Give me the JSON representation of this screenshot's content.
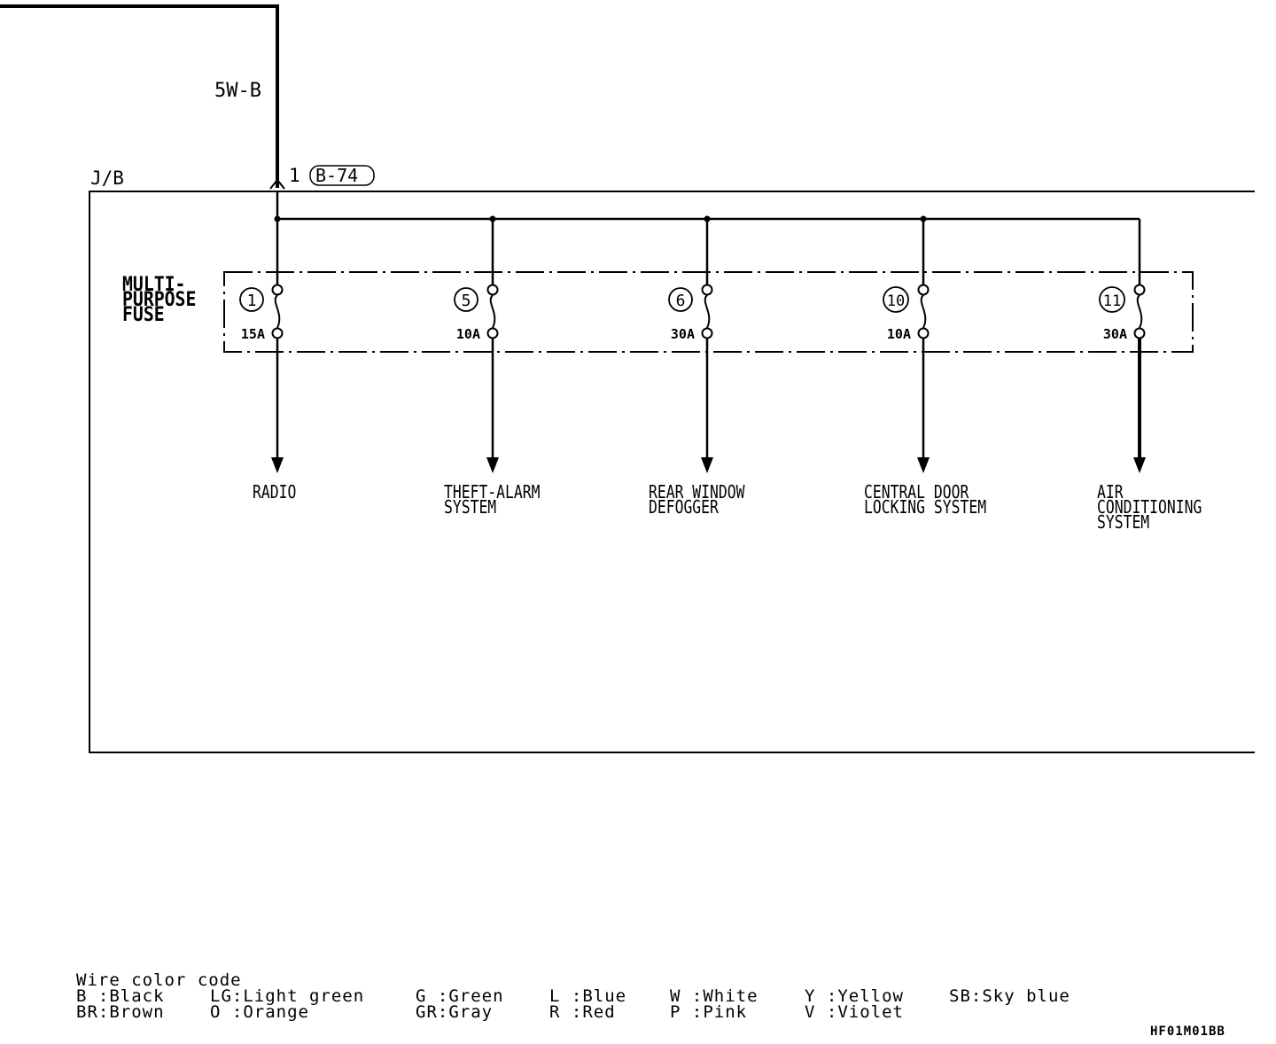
{
  "wire": {
    "label": "5W-B"
  },
  "junction_block": {
    "label": "J/B"
  },
  "connector": {
    "pin": "1",
    "id": "B-74"
  },
  "fuse_block": {
    "label_lines": [
      "MULTI-",
      "PURPOSE",
      "FUSE"
    ]
  },
  "fuses": [
    {
      "number": "1",
      "rating": "15A",
      "load_lines": [
        "RADIO"
      ]
    },
    {
      "number": "5",
      "rating": "10A",
      "load_lines": [
        "THEFT-ALARM",
        "SYSTEM"
      ]
    },
    {
      "number": "6",
      "rating": "30A",
      "load_lines": [
        "REAR WINDOW",
        "DEFOGGER"
      ]
    },
    {
      "number": "10",
      "rating": "10A",
      "load_lines": [
        "CENTRAL DOOR",
        "LOCKING SYSTEM"
      ]
    },
    {
      "number": "11",
      "rating": "30A",
      "load_lines": [
        "AIR",
        "CONDITIONING",
        "SYSTEM"
      ]
    }
  ],
  "legend": {
    "title": "Wire color code",
    "row1": [
      "B :Black",
      "LG:Light green",
      "G :Green",
      "L :Blue",
      "W :White",
      "Y :Yellow",
      "SB:Sky blue"
    ],
    "row2": [
      "BR:Brown",
      "O :Orange",
      "GR:Gray",
      "R :Red",
      "P :Pink",
      "V :Violet"
    ]
  },
  "figure_code": "HF01M01BB"
}
